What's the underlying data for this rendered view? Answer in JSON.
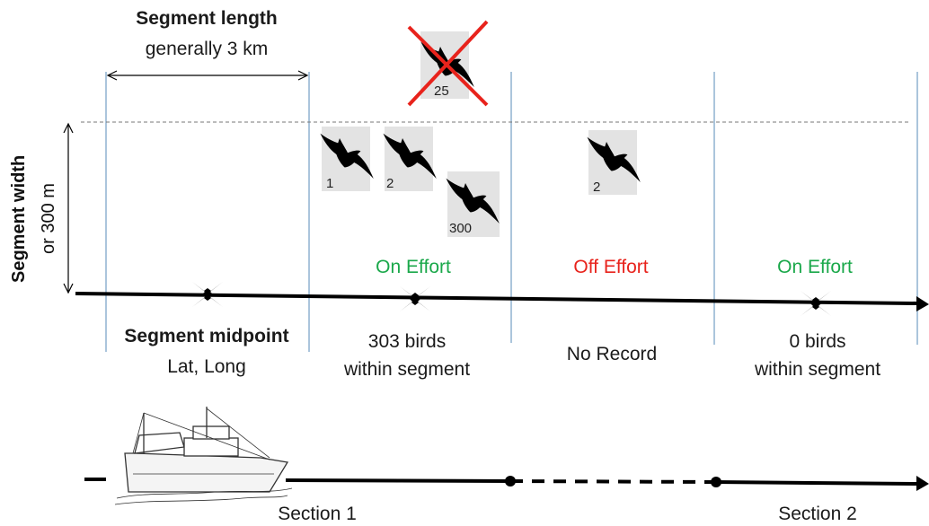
{
  "labels": {
    "segment_length_title": "Segment length",
    "segment_length_value": "generally 3 km",
    "segment_width_title": "Segment width",
    "segment_width_value": "or 300 m",
    "segment_midpoint_title": "Segment midpoint",
    "segment_midpoint_value": "Lat, Long",
    "effort_1": "On Effort",
    "effort_2": "Off Effort",
    "effort_3": "On Effort",
    "result_1_line1": "303 birds",
    "result_1_line2": "within segment",
    "result_2": "No Record",
    "result_3_line1": "0 birds",
    "result_3_line2": "within segment",
    "section_1": "Section 1",
    "section_2": "Section 2"
  },
  "birds": {
    "excluded_count": "25",
    "counts": [
      "1",
      "2",
      "300",
      "2"
    ]
  },
  "colors": {
    "on_effort": "#1aa84a",
    "off_effort": "#e8231c",
    "segment_divider": "#8fb2d0",
    "bird_tile": "#e3e3e3",
    "cross_out": "#e8231c"
  },
  "icons": [
    "bird-icon",
    "midpoint-star-icon",
    "fishing-vessel-icon",
    "arrowhead-icon"
  ]
}
